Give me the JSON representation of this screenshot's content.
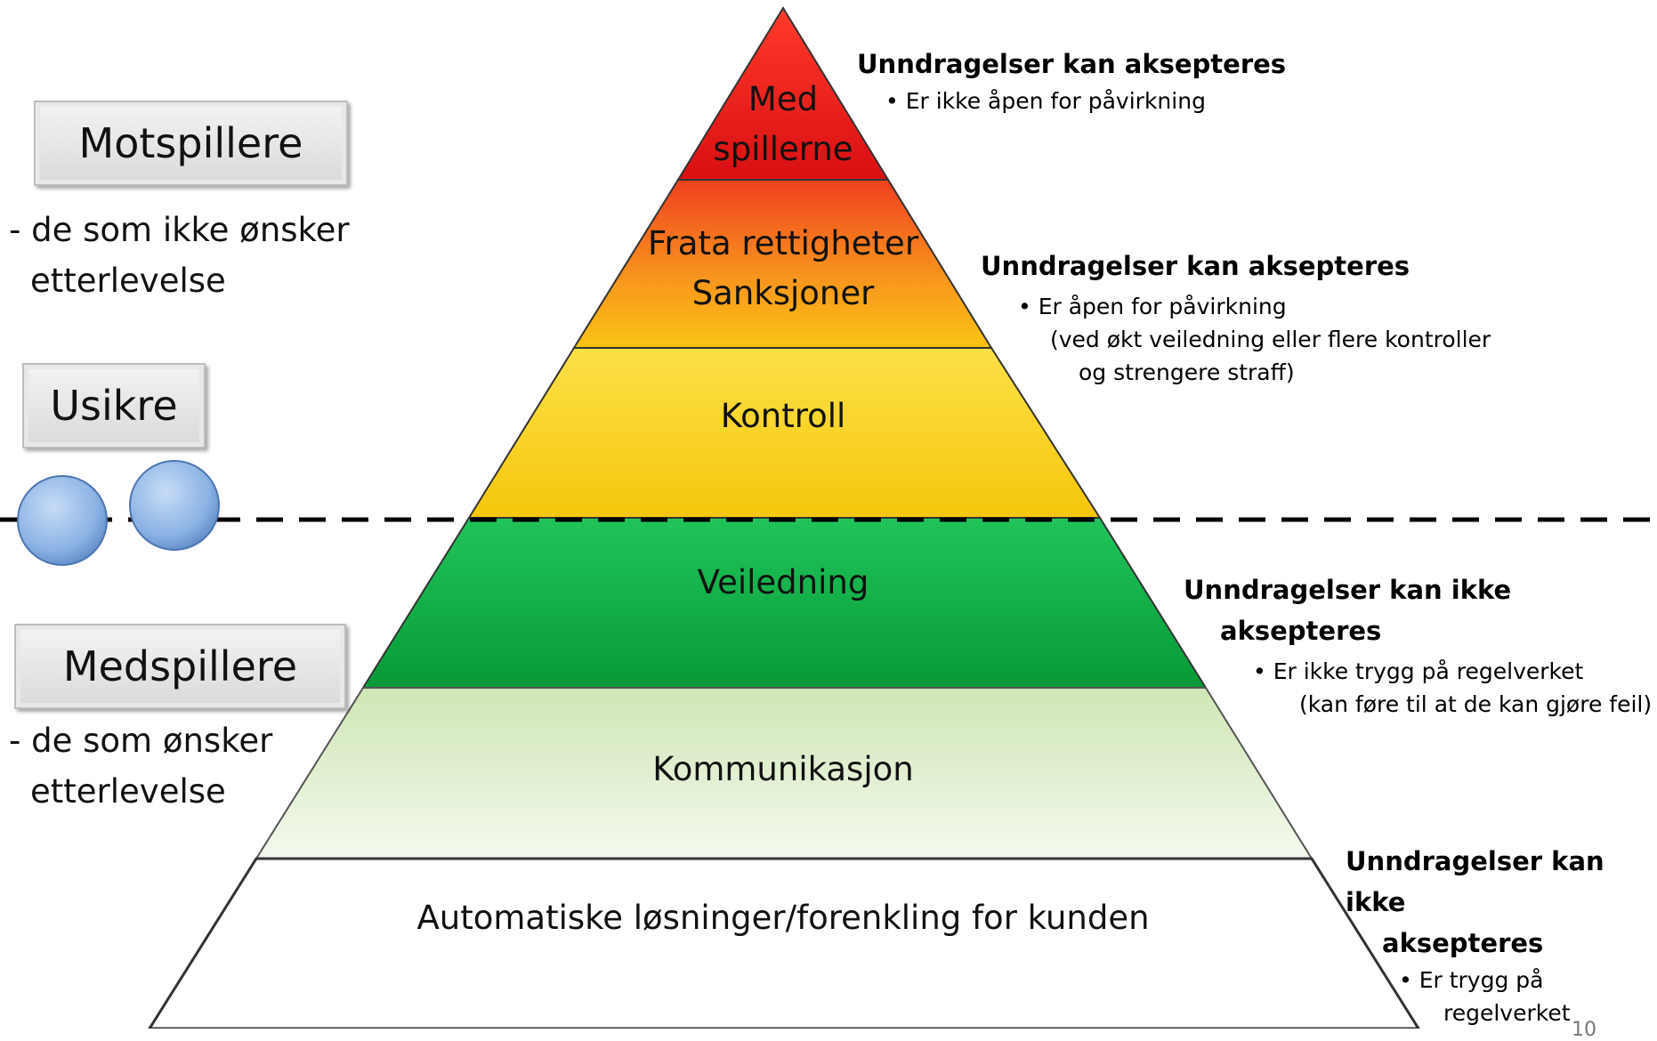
{
  "colors": {
    "layer_red": "#e8191b",
    "layer_orange": "#f47c20",
    "layer_yellow": "#f7d117",
    "layer_green": "#10b445",
    "layer_light_green": "#e3f0d2",
    "layer_white": "#ffffff",
    "circle_blue": "#8fb6e6",
    "dashed_line": "#000000"
  },
  "layers": [
    {
      "lines": [
        "Med",
        "spillerne"
      ]
    },
    {
      "lines": [
        "Frata rettigheter",
        "Sanksjoner"
      ]
    },
    {
      "lines": [
        "Kontroll"
      ]
    },
    {
      "lines": [
        "Veiledning"
      ]
    },
    {
      "lines": [
        "Kommunikasjon"
      ]
    },
    {
      "lines": [
        "Automatiske løsninger/forenkling for kunden"
      ]
    }
  ],
  "left": {
    "motspillere": {
      "label": "Motspillere",
      "desc": [
        "- de som ikke ønsker",
        "etterlevelse"
      ]
    },
    "usikre": {
      "label": "Usikre"
    },
    "medspillere": {
      "label": "Medspillere",
      "desc": [
        "- de som ønsker",
        "etterlevelse"
      ]
    }
  },
  "notes": [
    {
      "heading": [
        "Unndragelser kan aksepteres"
      ],
      "bullets": [
        "Er ikke åpen for påvirkning"
      ],
      "extra": []
    },
    {
      "heading": [
        "Unndragelser kan aksepteres"
      ],
      "bullets": [
        "Er åpen for påvirkning"
      ],
      "extra": [
        "(ved økt veiledning eller  flere kontroller",
        "og strengere straff)"
      ]
    },
    {
      "heading": [
        "Unndragelser kan ikke",
        "aksepteres"
      ],
      "bullets": [
        "Er ikke trygg på regelverket"
      ],
      "extra": [
        "(kan føre til at de kan gjøre feil)"
      ]
    },
    {
      "heading": [
        "Unndragelser kan ikke",
        "aksepteres"
      ],
      "bullets": [
        "Er trygg på"
      ],
      "extra": [
        "regelverket"
      ]
    }
  ],
  "page_number": "10"
}
